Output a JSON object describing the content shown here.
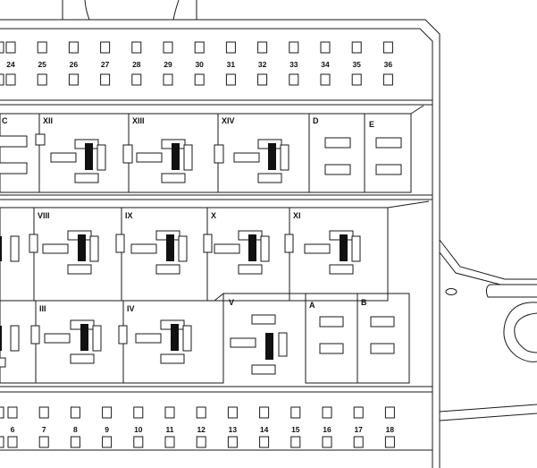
{
  "top_row": {
    "numbers": [
      "24",
      "25",
      "26",
      "27",
      "28",
      "29",
      "30",
      "31",
      "32",
      "33",
      "34",
      "35",
      "36"
    ]
  },
  "bottom_row": {
    "numbers": [
      "6",
      "7",
      "8",
      "9",
      "10",
      "11",
      "12",
      "13",
      "14",
      "15",
      "16",
      "17",
      "18"
    ]
  },
  "relays": {
    "row1": [
      "C",
      "XII",
      "XIII",
      "XIV",
      "D",
      "E"
    ],
    "row2": [
      "VIII",
      "IX",
      "X",
      "XI"
    ],
    "row3": [
      "III",
      "IV",
      "V",
      "A",
      "B"
    ]
  },
  "colors": {
    "stroke": "#1a1a1a",
    "fill": "#ffffff",
    "blade": "#111111"
  }
}
